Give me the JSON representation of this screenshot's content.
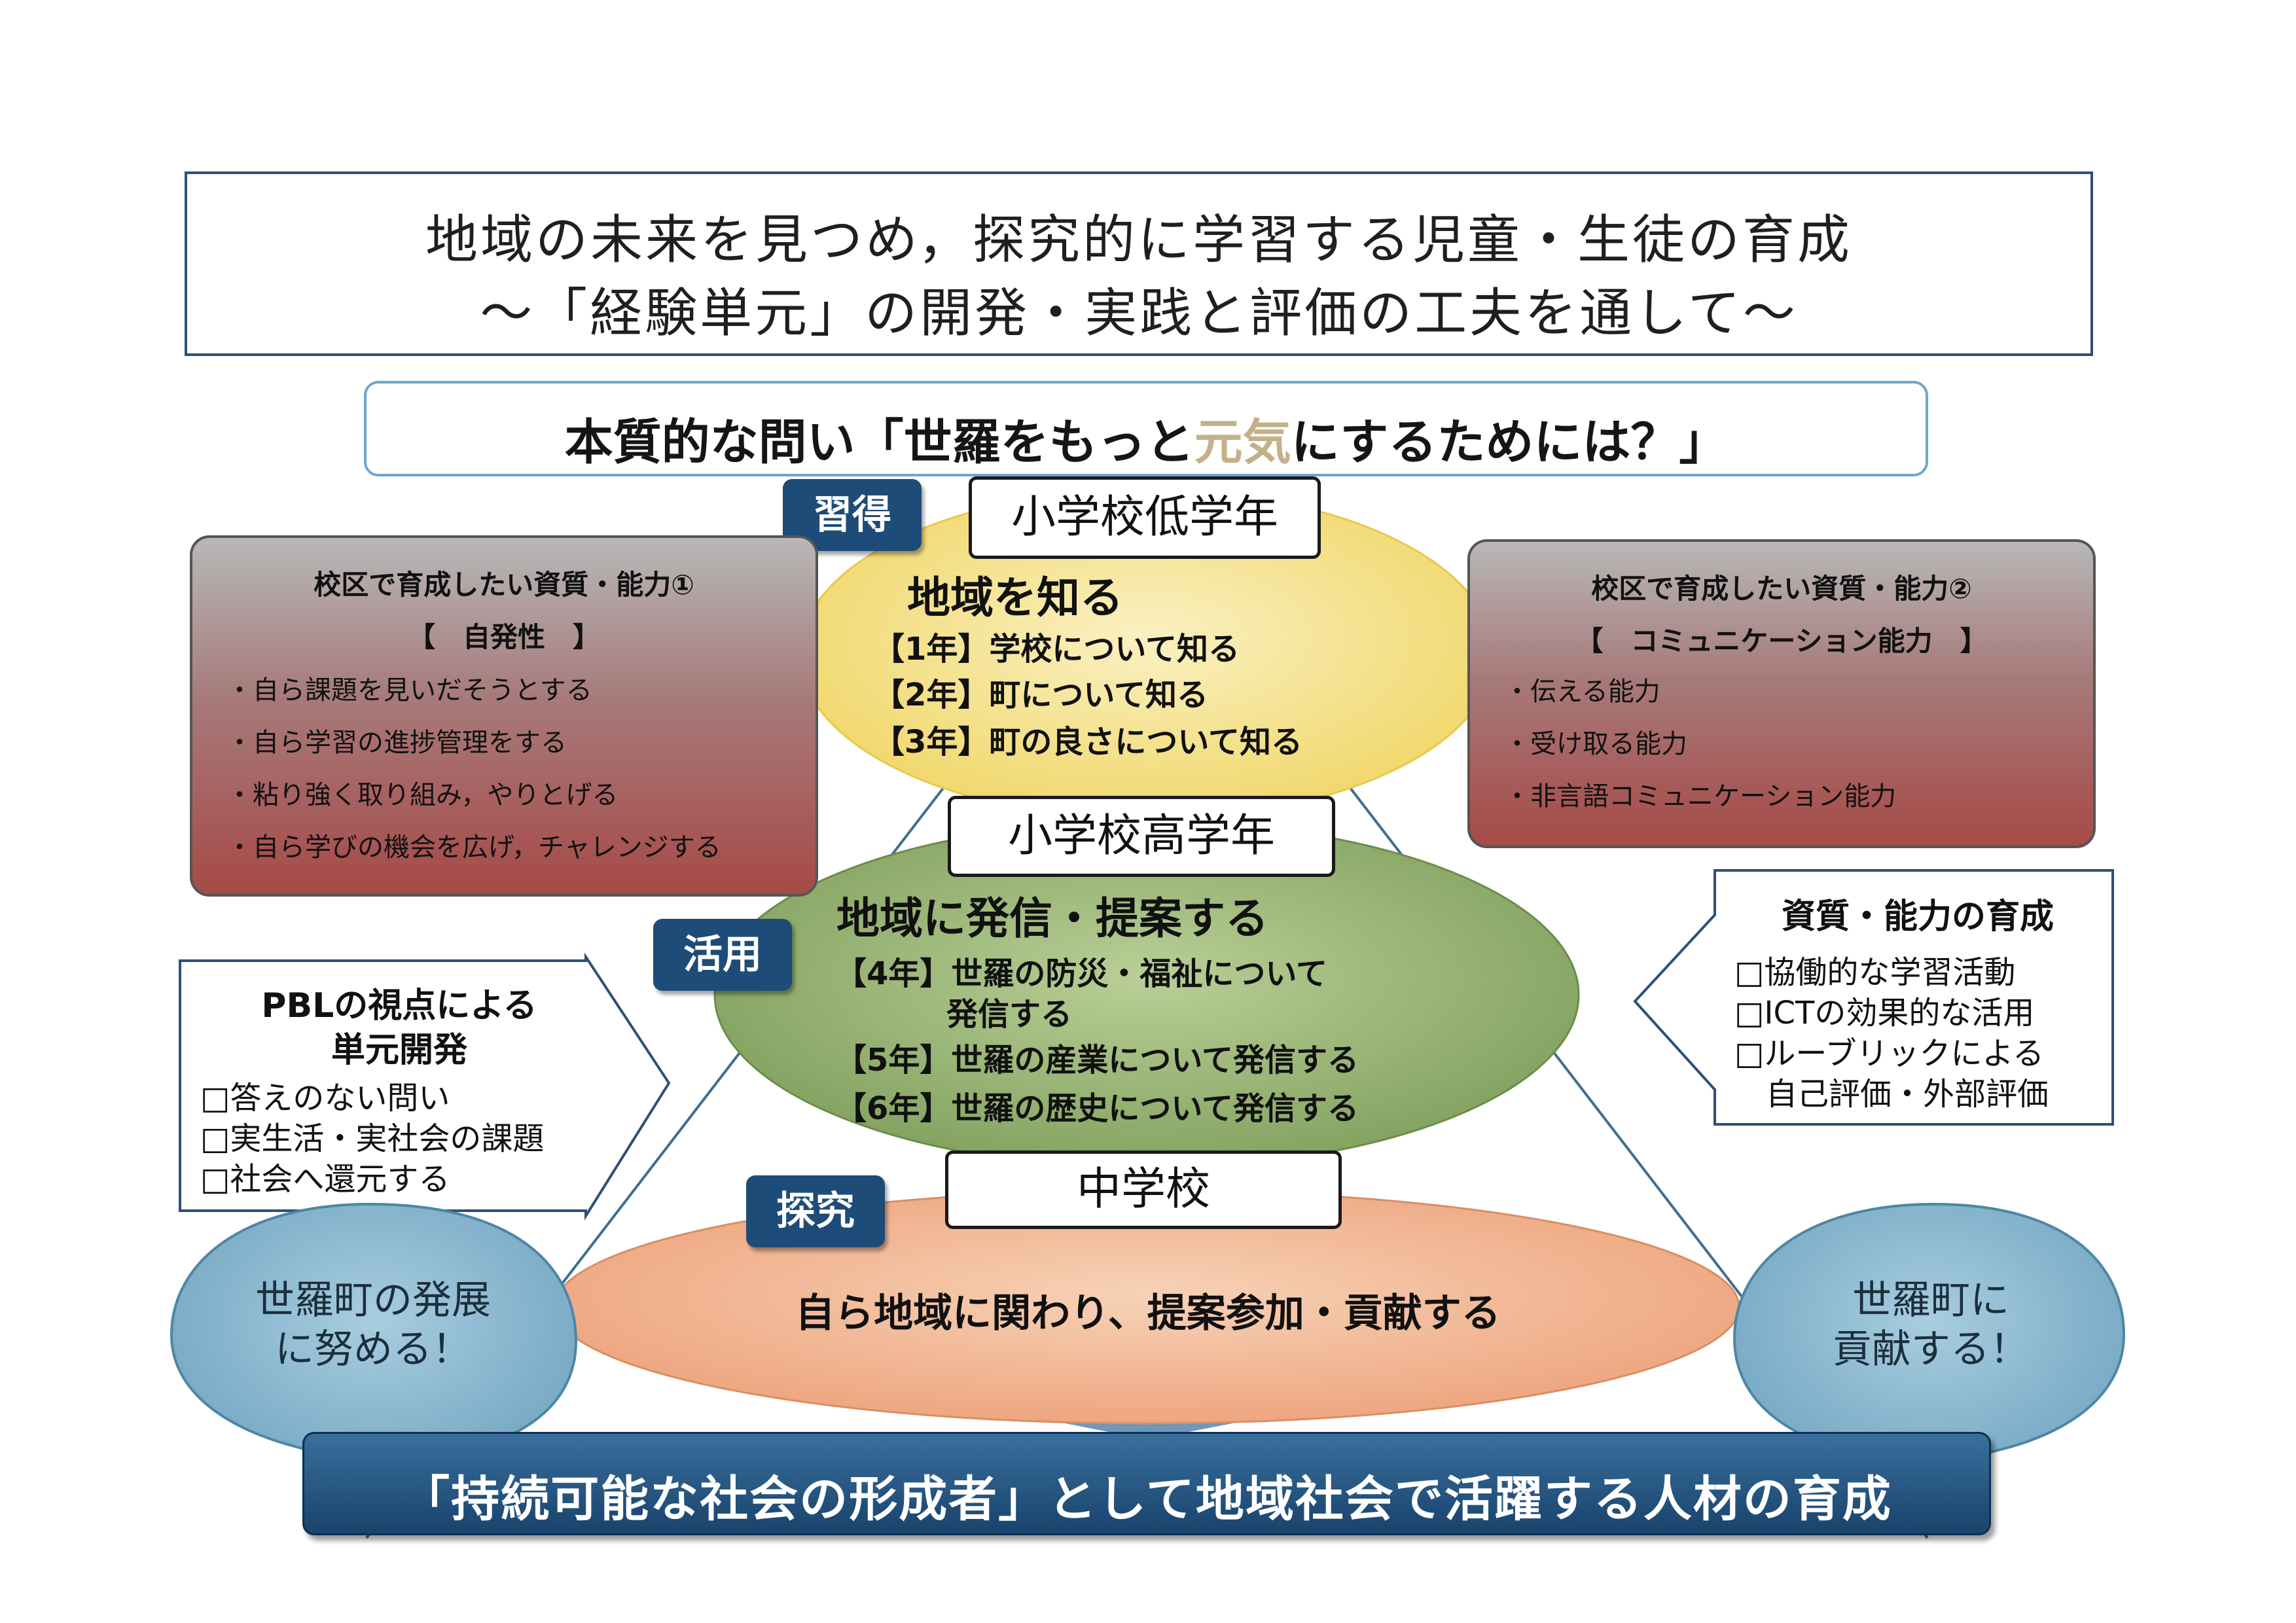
{
  "title": {
    "line1": "地域の未来を見つめ，探究的に学習する児童・生徒の育成",
    "line2": "～「経験単元」の開発・実践と評価の工夫を通して～"
  },
  "question": {
    "prefix": "本質的な問い「世羅をもっと",
    "accent": "元気",
    "suffix": "にするためには？」"
  },
  "stages": {
    "lower_elementary": {
      "label": "小学校低学年",
      "phase": "習得",
      "heading": "地域を知る",
      "items": [
        "【1年】学校について知る",
        "【2年】町について知る",
        "【3年】町の良さについて知る"
      ]
    },
    "upper_elementary": {
      "label": "小学校高学年",
      "phase": "活用",
      "heading": "地域に発信・提案する",
      "items": [
        "【4年】世羅の防災・福祉について",
        "発信する",
        "【5年】世羅の産業について発信する",
        "【6年】世羅の歴史について発信する"
      ]
    },
    "junior_high": {
      "label": "中学校",
      "phase": "探究",
      "heading": "自ら地域に関わり、提案参加・貢献する"
    }
  },
  "competence1": {
    "title": "校区で育成したい資質・能力①",
    "subtitle": "【　自発性　】",
    "items": [
      "・自ら課題を見いだそうとする",
      "・自ら学習の進捗管理をする",
      "・粘り強く取り組み，やりとげる",
      "・自ら学びの機会を広げ，チャレンジする"
    ]
  },
  "competence2": {
    "title": "校区で育成したい資質・能力②",
    "subtitle": "【　コミュニケーション能力　】",
    "items": [
      "・伝える能力",
      "・受け取る能力",
      "・非言語コミュニケーション能力"
    ]
  },
  "pbl": {
    "title_line1": "PBLの視点による",
    "title_line2": "単元開発",
    "items": [
      "□答えのない問い",
      "□実生活・実社会の課題",
      "□社会へ還元する"
    ]
  },
  "skills": {
    "title": "資質・能力の育成",
    "items": [
      "□協働的な学習活動",
      "□ICTの効果的な活用",
      "□ルーブリックによる",
      "　自己評価・外部評価"
    ]
  },
  "bubbles": {
    "left_line1": "世羅町の発展",
    "left_line2": "に努める！",
    "right_line1": "世羅町に",
    "right_line2": "貢献する！"
  },
  "banner": "「持続可能な社会の形成者」として地域社会で活躍する人材の育成",
  "colors": {
    "navy": "#1e4c78",
    "yellow_ellipse": "#f3dc7a",
    "green_ellipse": "#8fae6a",
    "orange_ellipse": "#f0b089",
    "bubble": "#7fb0c9",
    "accent_text": "#c4b089"
  }
}
